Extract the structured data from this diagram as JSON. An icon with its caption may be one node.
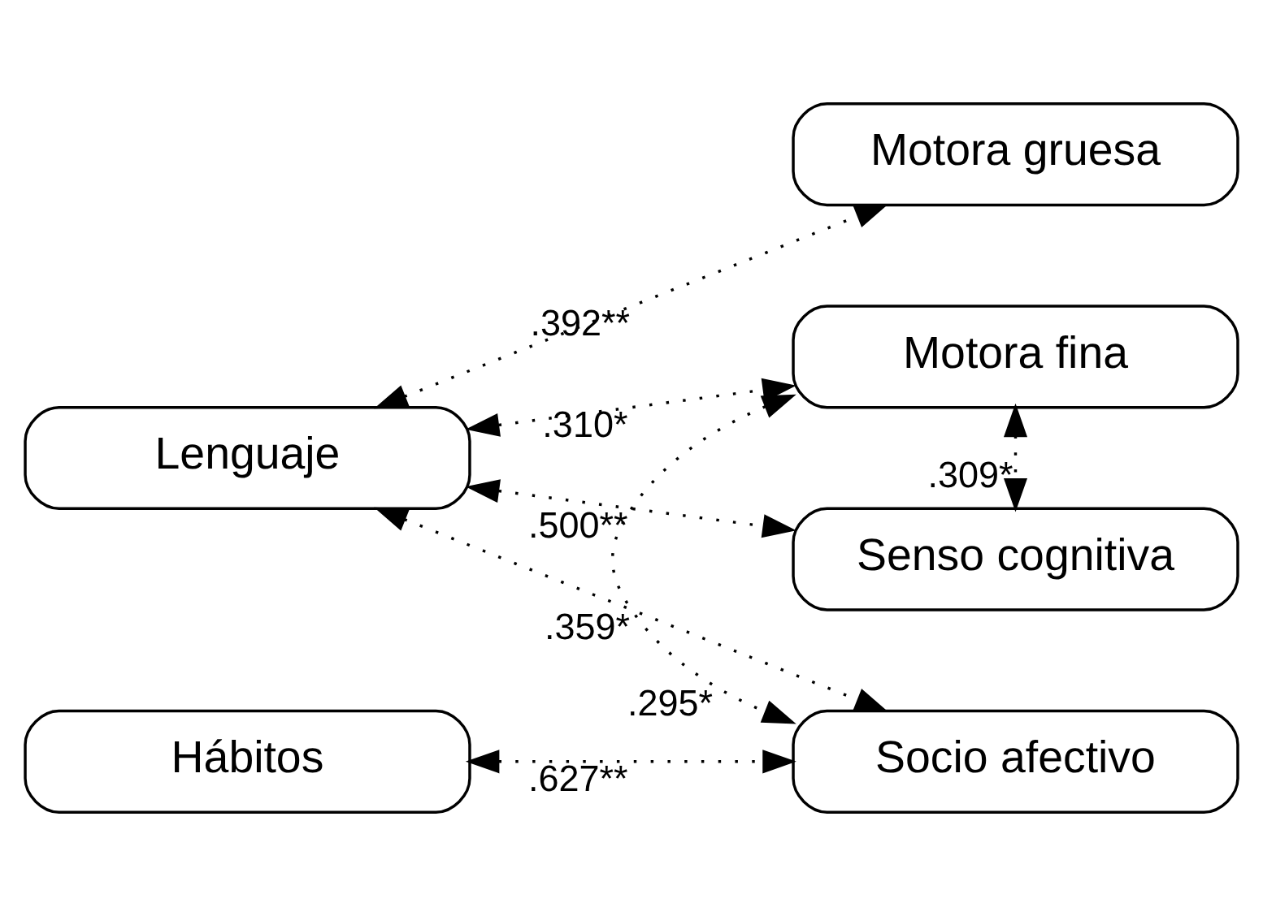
{
  "diagram": {
    "nodes": [
      {
        "text": [
          "Lenguaje"
        ]
      },
      {
        "text": [
          "Motora gruesa"
        ]
      },
      {
        "text": [
          "Motora fina"
        ]
      },
      {
        "text": [
          "Senso cognitiva"
        ]
      },
      {
        "text": [
          "Hábitos"
        ]
      },
      {
        "text": [
          "Socio afectivo"
        ]
      }
    ],
    "edges": [
      {
        "from": 0,
        "to": 1,
        "arrow": "both",
        "label": ".392**"
      },
      {
        "from": 0,
        "to": 2,
        "arrow": "both",
        "label": ".310*"
      },
      {
        "from": 0,
        "to": 3,
        "arrow": "both",
        "label": ".500**"
      },
      {
        "from": 0,
        "to": 5,
        "arrow": "both",
        "label": ".359*"
      },
      {
        "from": 4,
        "to": 5,
        "arrow": "both",
        "label": ".627**"
      },
      {
        "from": 2,
        "to": 3,
        "arrow": "both",
        "label": ".309*"
      },
      {
        "from": 2,
        "to": 5,
        "arrow": "both",
        "label": ".295*"
      }
    ]
  }
}
